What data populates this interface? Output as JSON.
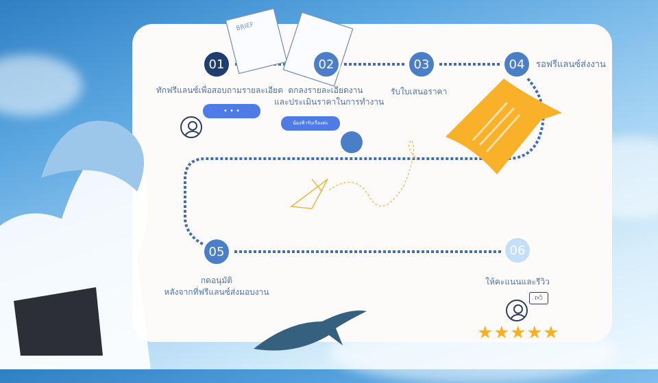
{
  "steps": [
    {
      "num": "01",
      "label": "ทักฟรีแลนซ์เพื่อสอบถามรายละเอียด"
    },
    {
      "num": "02",
      "label_line1": "ตกลงรายละเอียดงาน",
      "label_line2": "และประเมินราคาในการทำงาน"
    },
    {
      "num": "03",
      "label": "รับใบเสนอราคา"
    },
    {
      "num": "04",
      "label": "รอฟรีแลนซ์ส่งงาน"
    },
    {
      "num": "05",
      "label_line1": "กดอนุมัติ",
      "label_line2": "หลังจากที่ฟรีแลนซ์ส่งมอบงาน"
    },
    {
      "num": "06",
      "label": "ให้คะแนนและรีวิว"
    }
  ],
  "chat": {
    "client_bubble": "• • •",
    "freelancer_bubble": "น้องฟ้ารับเรื่องค่ะ"
  },
  "doc_label": "BRIEF",
  "rating": {
    "stars": 5,
    "max": 5
  },
  "colors": {
    "step": "#4a7fc8",
    "step_first": "#1f3e6e",
    "step_last": "#c5dffa",
    "doc": "#f9b12a",
    "bubble": "#4e7be6"
  }
}
